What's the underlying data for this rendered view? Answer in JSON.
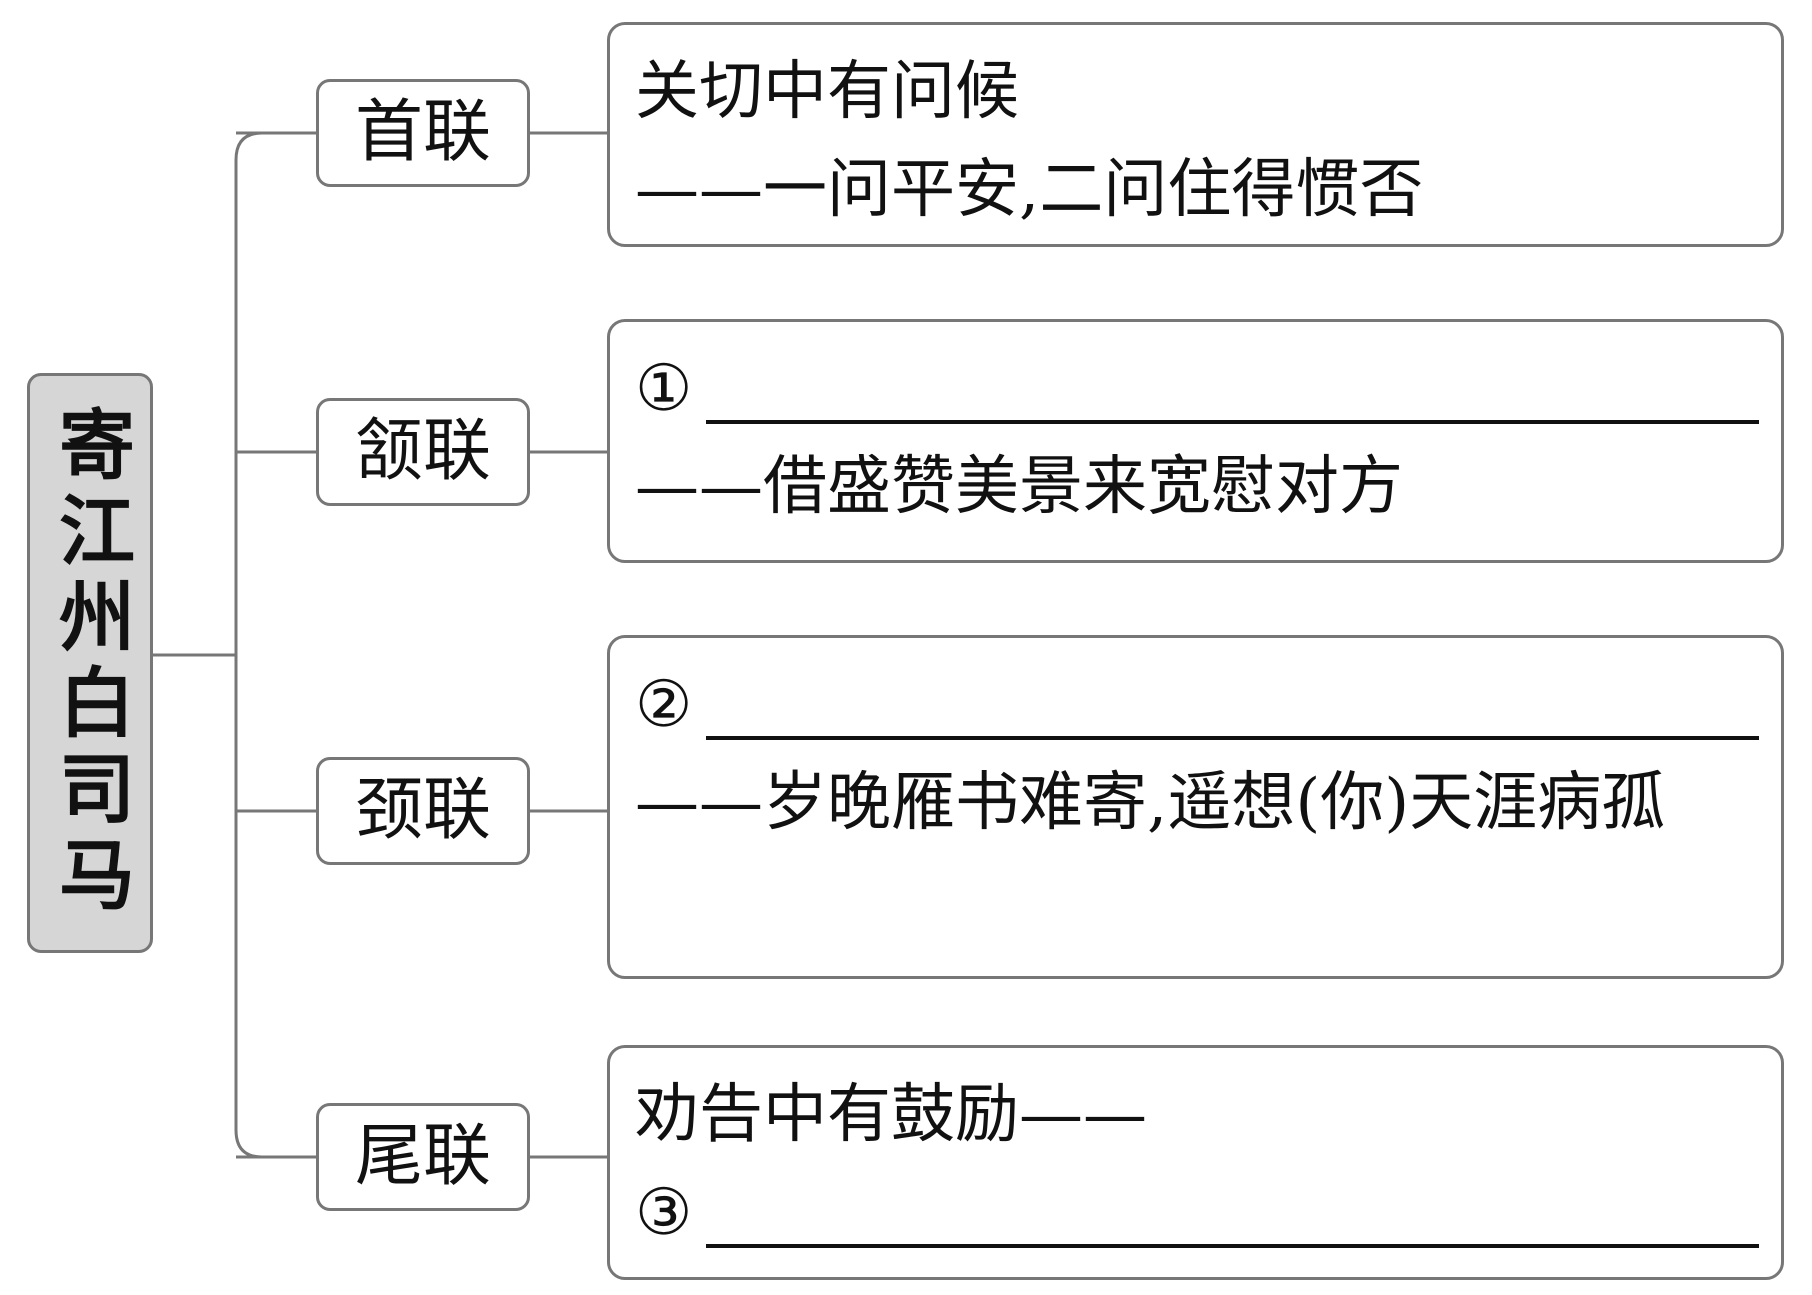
{
  "root": {
    "title": "寄江州白司马"
  },
  "branches": [
    {
      "label": "首联",
      "lines": [
        "关切中有问候",
        "——一问平安,二问住得惯否"
      ]
    },
    {
      "label": "颔联",
      "marker": "①",
      "lines": [
        "——借盛赞美景来宽慰对方"
      ]
    },
    {
      "label": "颈联",
      "marker": "②",
      "lines": [
        "——岁晚雁书难寄,遥想(你)天涯病孤"
      ]
    },
    {
      "label": "尾联",
      "lines": [
        "劝告中有鼓励——"
      ],
      "marker": "③"
    }
  ]
}
